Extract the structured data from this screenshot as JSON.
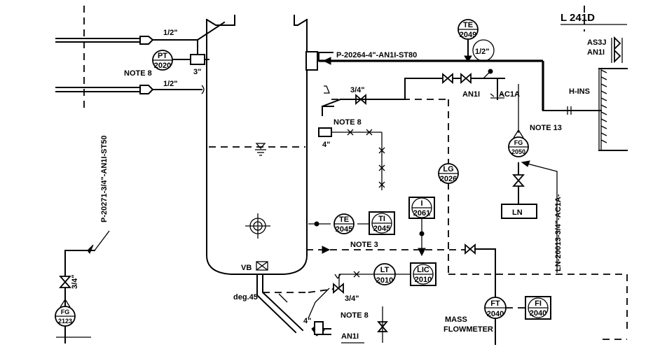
{
  "labels": {
    "size_half_1": "1/2\"",
    "size_half_2": "1/2\"",
    "size_half_te": "1/2\"",
    "size_3in": "3\"",
    "size_4in_a": "4\"",
    "size_4in_b": "4\"",
    "size_34_a": "3/4\"",
    "size_34_b": "3/4\"",
    "size_34_c": "3/4\"",
    "note8_a": "NOTE 8",
    "note8_b": "NOTE 8",
    "note8_c": "NOTE 8",
    "note3": "NOTE 3",
    "note13": "NOTE 13",
    "line_p20264": "P-20264-4\"-AN1I-ST80",
    "line_p20271": "P-20271-3/4\"-AN1I-ST50",
    "line_ln20013": "LN-20013-3/4\"-AC1A-",
    "an1i_a": "AN1I",
    "ac1a": "AC1A",
    "an1i_b": "AN1I",
    "an1i_c": "AN1I",
    "as3j": "AS3J",
    "h_ins": "H-INS",
    "ln_box": "LN",
    "vb": "VB",
    "deg45": "deg.45",
    "mass1": "MASS",
    "mass2": "FLOWMETER",
    "corner": "L 241D"
  },
  "instruments": {
    "pt2020": {
      "func": "PT",
      "num": "2020"
    },
    "te2049": {
      "func": "TE",
      "num": "2049"
    },
    "fg2050": {
      "func": "FG",
      "num": "2050"
    },
    "lg2026": {
      "func": "LG",
      "num": "2026"
    },
    "i2061": {
      "func": "I",
      "num": "2061"
    },
    "te2045": {
      "func": "TE",
      "num": "2045"
    },
    "ti2045": {
      "func": "TI",
      "num": "2045"
    },
    "lt2010": {
      "func": "LT",
      "num": "2010"
    },
    "lic2010": {
      "func": "LIC",
      "num": "2010"
    },
    "ft2040": {
      "func": "FT",
      "num": "2040"
    },
    "fi2040": {
      "func": "FI",
      "num": "2040"
    },
    "fg2123": {
      "func": "FG",
      "num": "2123"
    }
  }
}
